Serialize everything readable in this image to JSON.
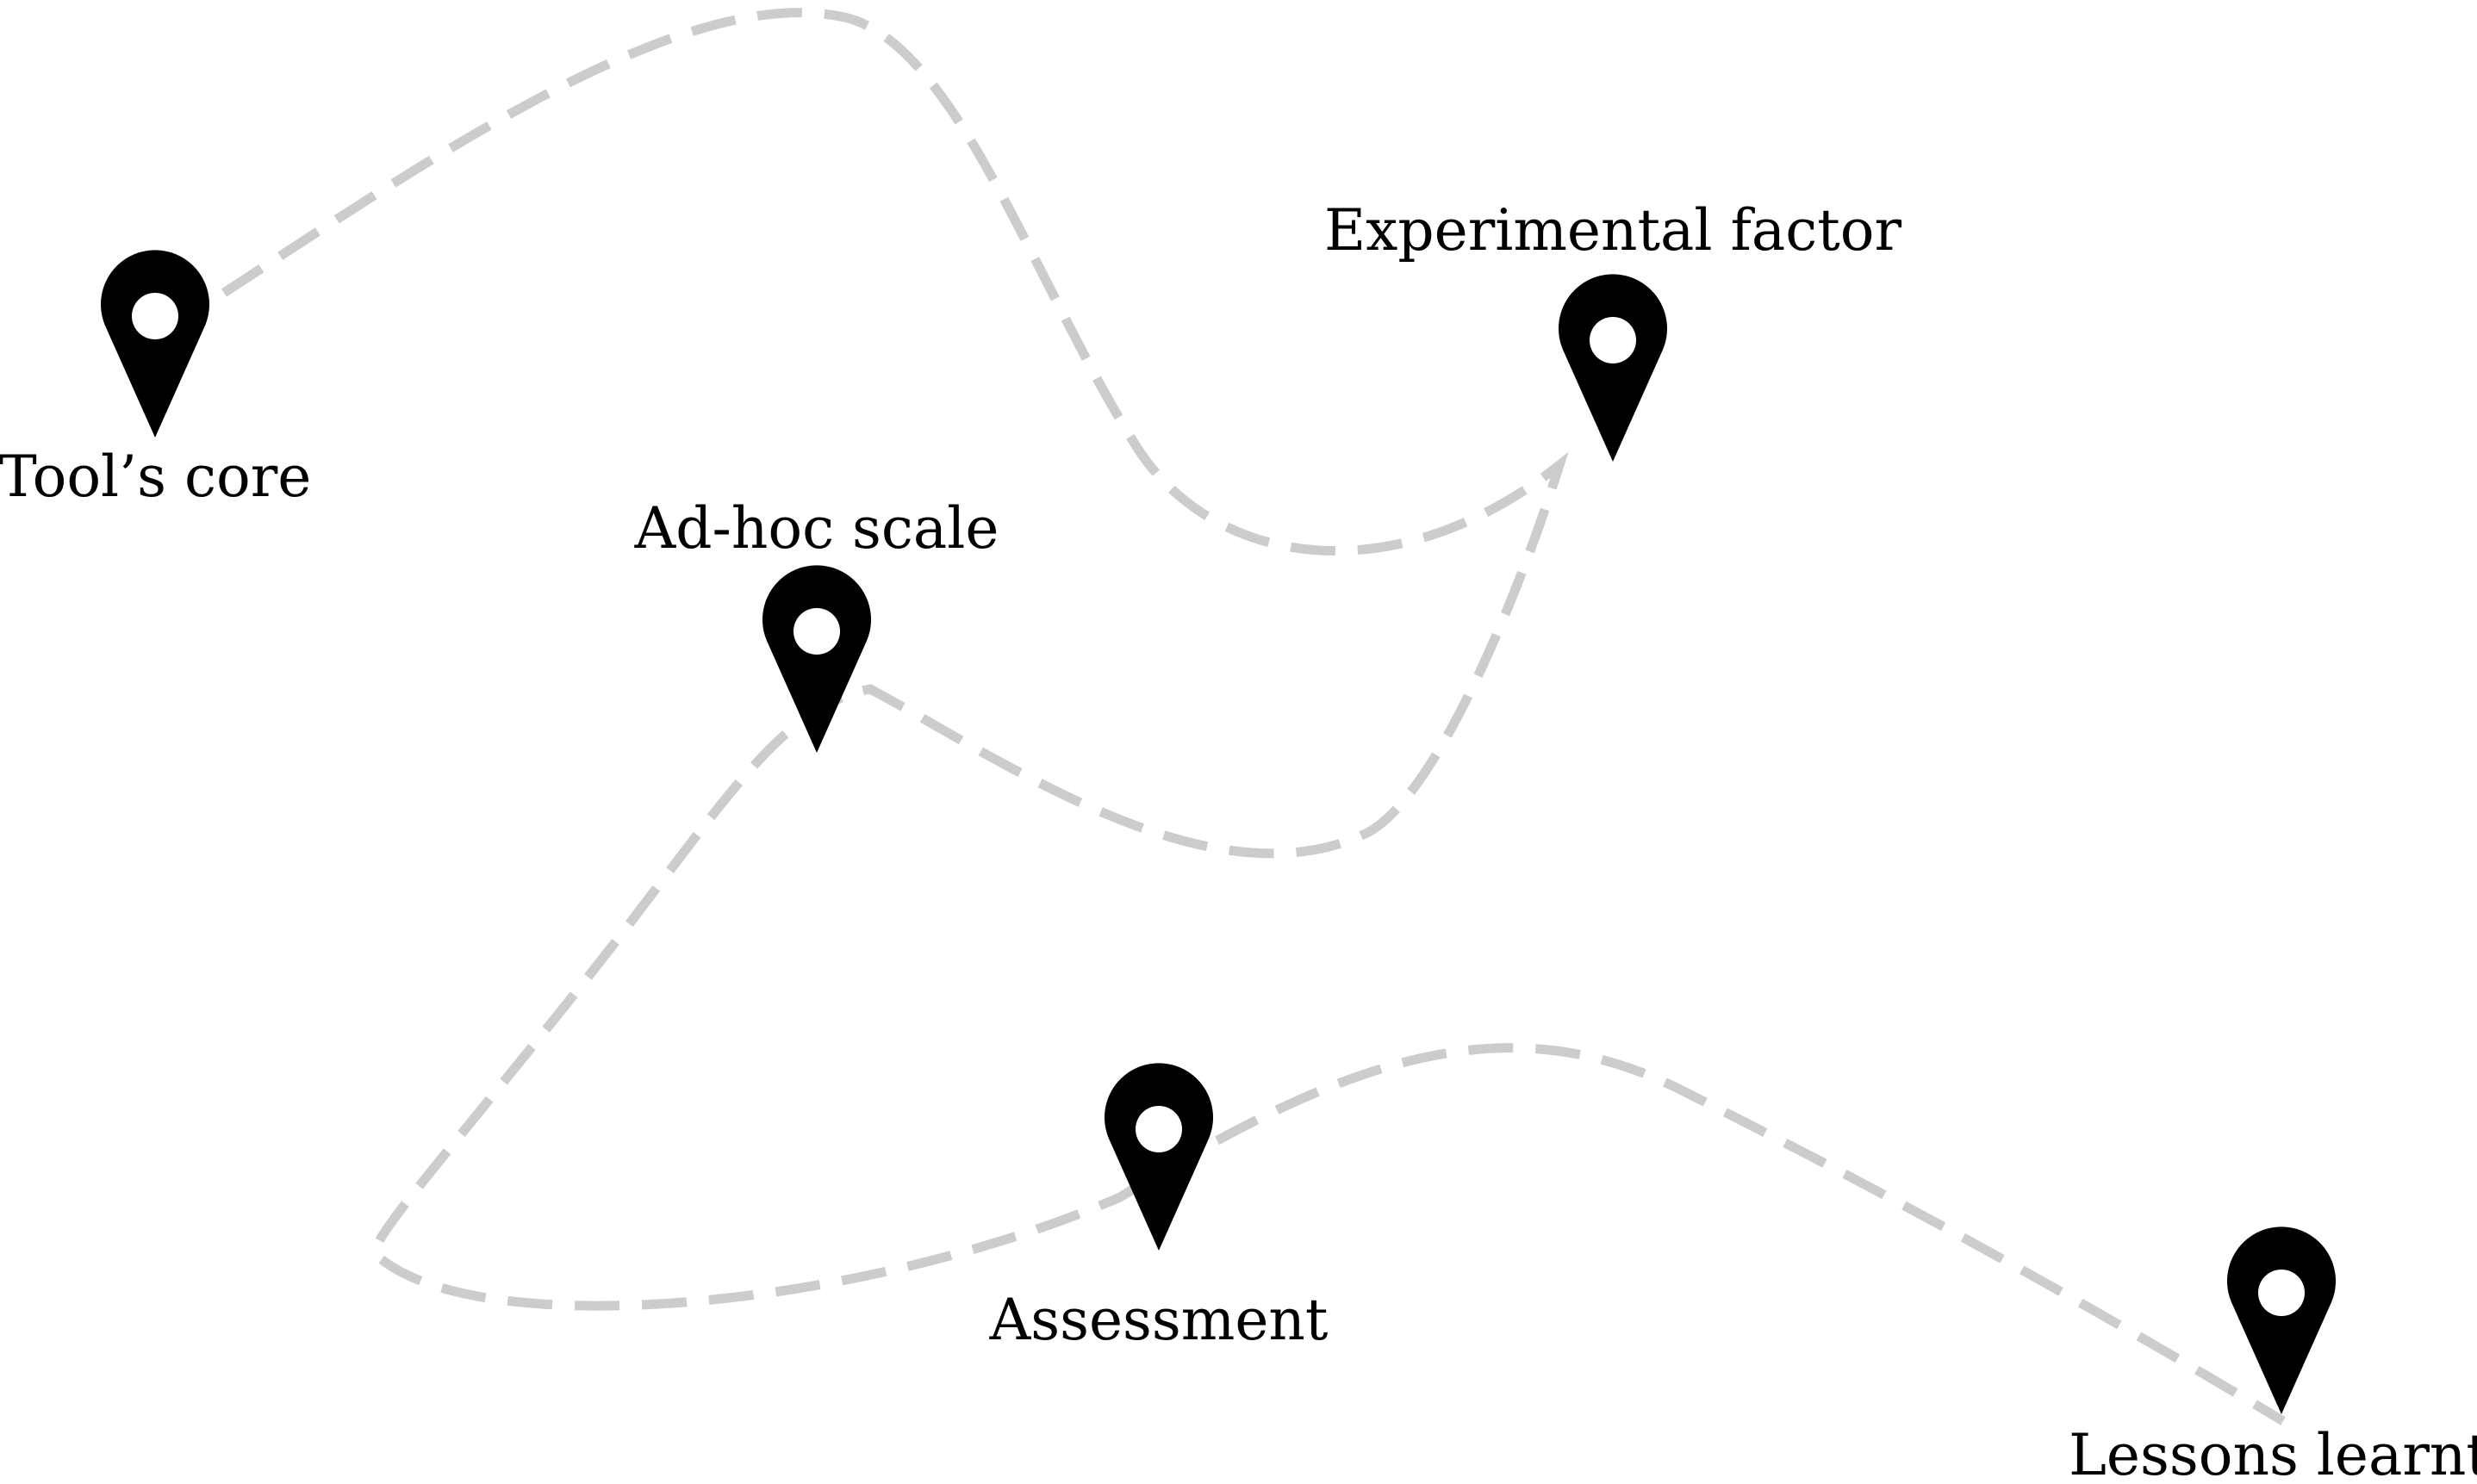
{
  "route": {
    "line_color": "#cccccc",
    "line_style": "dashed"
  },
  "pin": {
    "icon": "map-pin-icon",
    "color": "#000000"
  },
  "stops": [
    {
      "label": "Tool’s core"
    },
    {
      "label": "Experimental factor"
    },
    {
      "label": "Ad-hoc scale"
    },
    {
      "label": "Assessment"
    },
    {
      "label": "Lessons learnt"
    }
  ]
}
